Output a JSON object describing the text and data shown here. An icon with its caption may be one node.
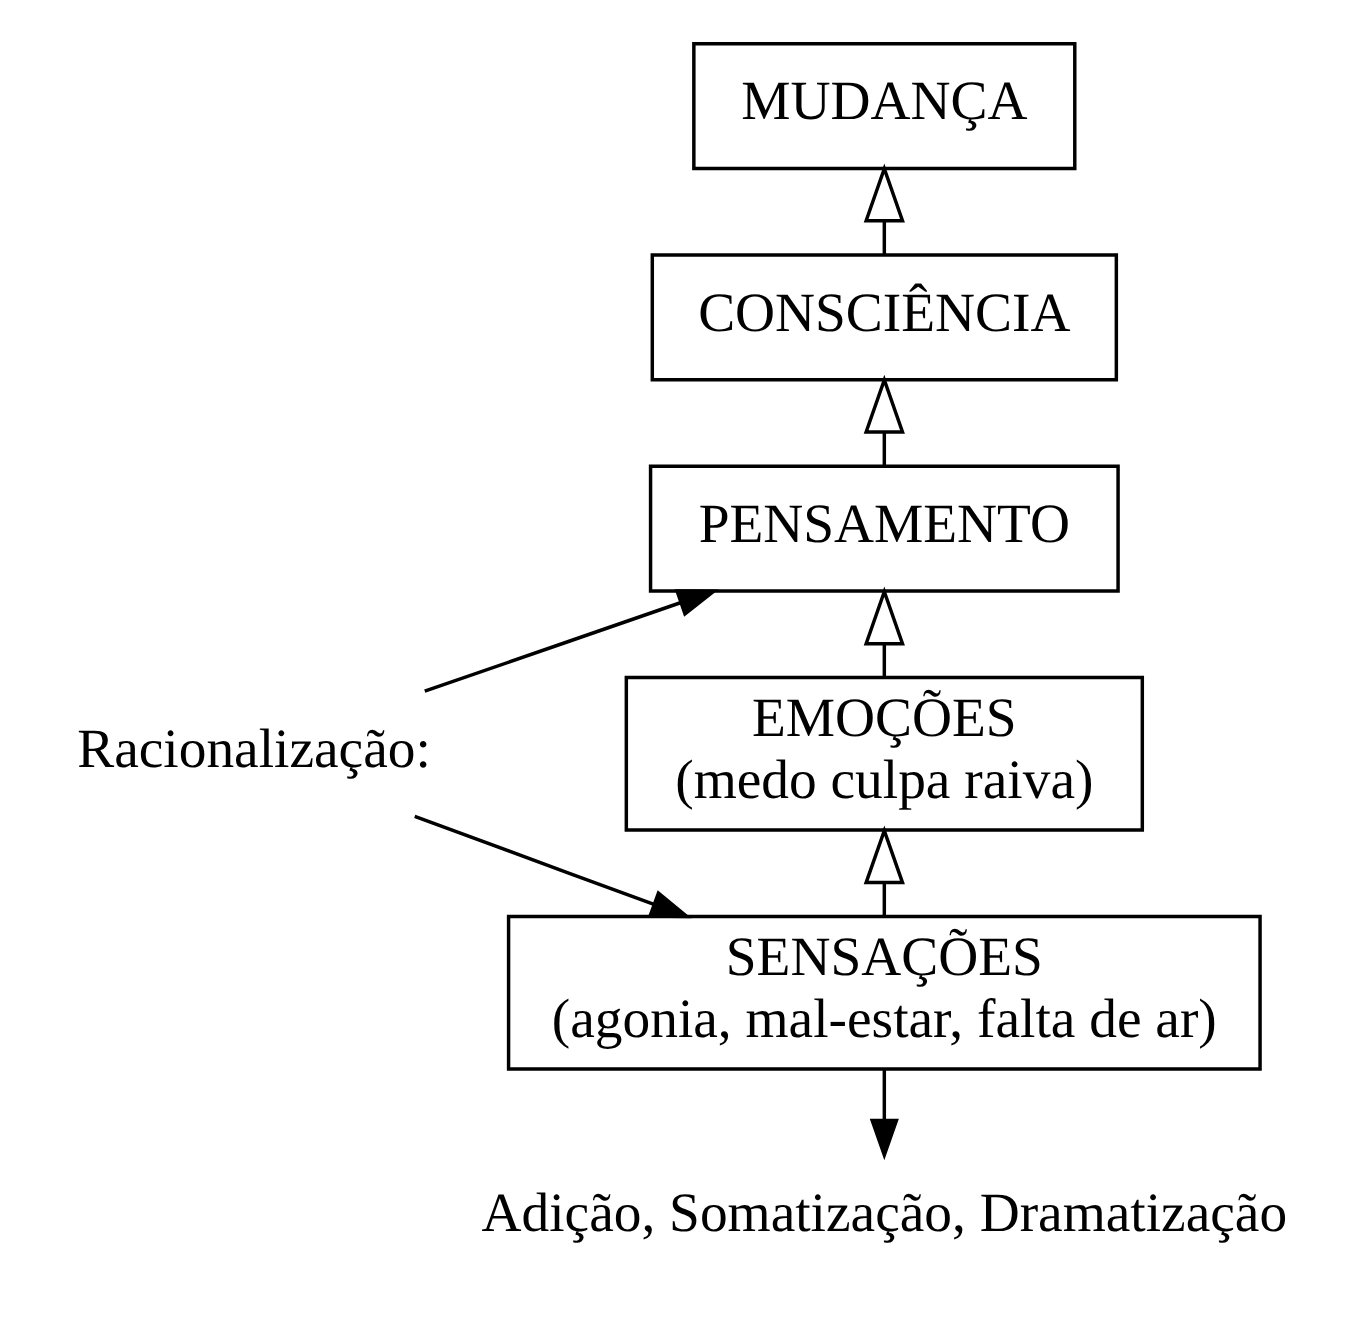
{
  "diagram": {
    "nodes": [
      {
        "text": [
          "MUDANÇA"
        ]
      },
      {
        "text": [
          "CONSCIÊNCIA"
        ]
      },
      {
        "text": [
          "PENSAMENTO"
        ]
      },
      {
        "text": [
          "EMOÇÕES",
          "(medo culpa raiva)"
        ]
      },
      {
        "text": [
          "SENSAÇÕES",
          "(agonia, mal-estar, falta de ar)"
        ]
      },
      {
        "text": [
          "Racionalização:"
        ]
      },
      {
        "text": [
          "Adição, Somatização, Dramatização"
        ]
      }
    ],
    "edges": [
      {
        "from": 1,
        "to": 0,
        "arrow": "to"
      },
      {
        "from": 2,
        "to": 1,
        "arrow": "to"
      },
      {
        "from": 3,
        "to": 2,
        "arrow": "to"
      },
      {
        "from": 4,
        "to": 3,
        "arrow": "to"
      },
      {
        "from": 5,
        "to": 2,
        "arrow": "to"
      },
      {
        "from": 5,
        "to": 4,
        "arrow": "to"
      },
      {
        "from": 4,
        "to": 6,
        "arrow": "to"
      }
    ]
  }
}
